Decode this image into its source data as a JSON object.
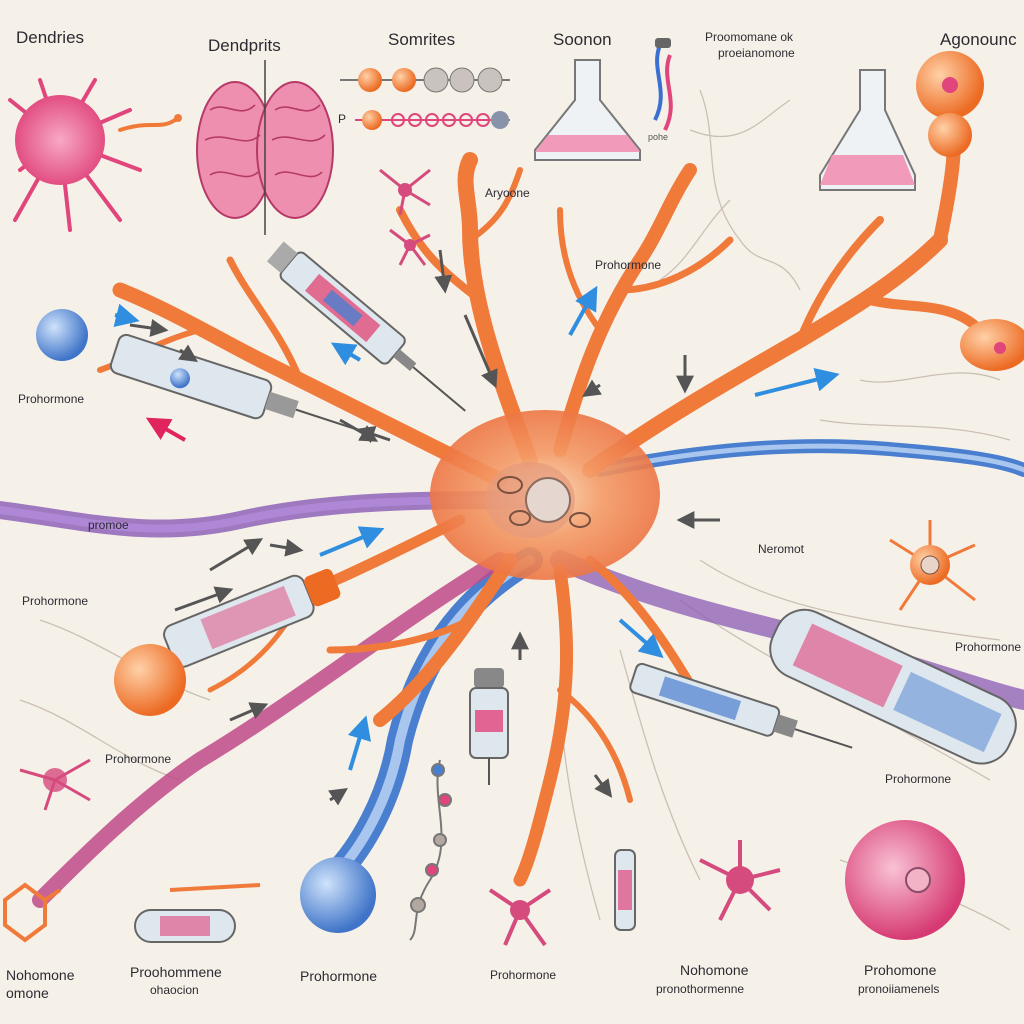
{
  "labels": {
    "top_left": "Dendries",
    "top_dendprits": "Dendprits",
    "top_somrites": "Somrites",
    "top_soonon": "Soonon",
    "top_prohormone_line1": "Proomomane ok",
    "top_prohormone_line2": "proeianomone",
    "top_right": "Agonounc",
    "p_marker": "P",
    "aryoone": "Aryoone",
    "prohormone_upper": "Prohormone",
    "prohormone_left": "Prohormone",
    "promoe": "promoe",
    "prohormone_mid_left": "Prohormone",
    "neromot": "Neromot",
    "prohormone_lower_left": "Prohormone",
    "prohormone_right": "Prohormone",
    "prohormone_far_right": "Prohormone",
    "bottom_1_line1": "Nohomone",
    "bottom_1_line2": "omone",
    "bottom_2_line1": "Proohommene",
    "bottom_2_line2": "ohaocion",
    "bottom_3": "Prohormone",
    "bottom_4": "Prohormone",
    "bottom_5_line1": "Nohomone",
    "bottom_5_line2": "pronothormenne",
    "bottom_6_line1": "Prohomone",
    "bottom_6_line2": "pronoiiamenels",
    "vial_note": "pohe"
  },
  "colors": {
    "background": "#f6f1e8",
    "neuron_orange": "#f07a3a",
    "neuron_pink": "#e0457b",
    "axon_blue": "#4a7fd0",
    "axon_purple": "#8a5bb5",
    "glass": "#dfe7ee",
    "arrow_gray": "#555555",
    "arrow_blue": "#2f8ee0",
    "arrow_red": "#e0245e"
  },
  "icons": {
    "brain": "brain-icon",
    "flask": "flask-icon",
    "syringe": "syringe-icon",
    "capsule": "capsule-icon",
    "molecule": "molecule-chain-icon",
    "arrow": "arrow-icon"
  }
}
